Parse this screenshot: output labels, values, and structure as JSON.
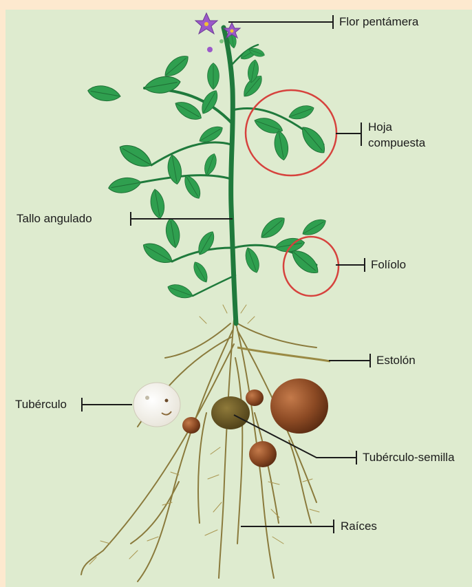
{
  "labels": {
    "flor": "Flor pentámera",
    "hoja_line1": "Hoja",
    "hoja_line2": "compuesta",
    "tallo": "Tallo angulado",
    "foliolo": "Folíolo",
    "estolon": "Estolón",
    "tuberculo": "Tubérculo",
    "tuberculo_semilla": "Tubérculo-semilla",
    "raices": "Raíces"
  },
  "colors": {
    "background_outer": "#fde9cf",
    "background_panel": "#deebcf",
    "leaf": "#2f9f4f",
    "stem": "#1f7a3c",
    "root": "#8a7a3c",
    "tuber": "#8c4a24",
    "highlight_circle": "#d6423d",
    "flower": "#9b59c9"
  }
}
